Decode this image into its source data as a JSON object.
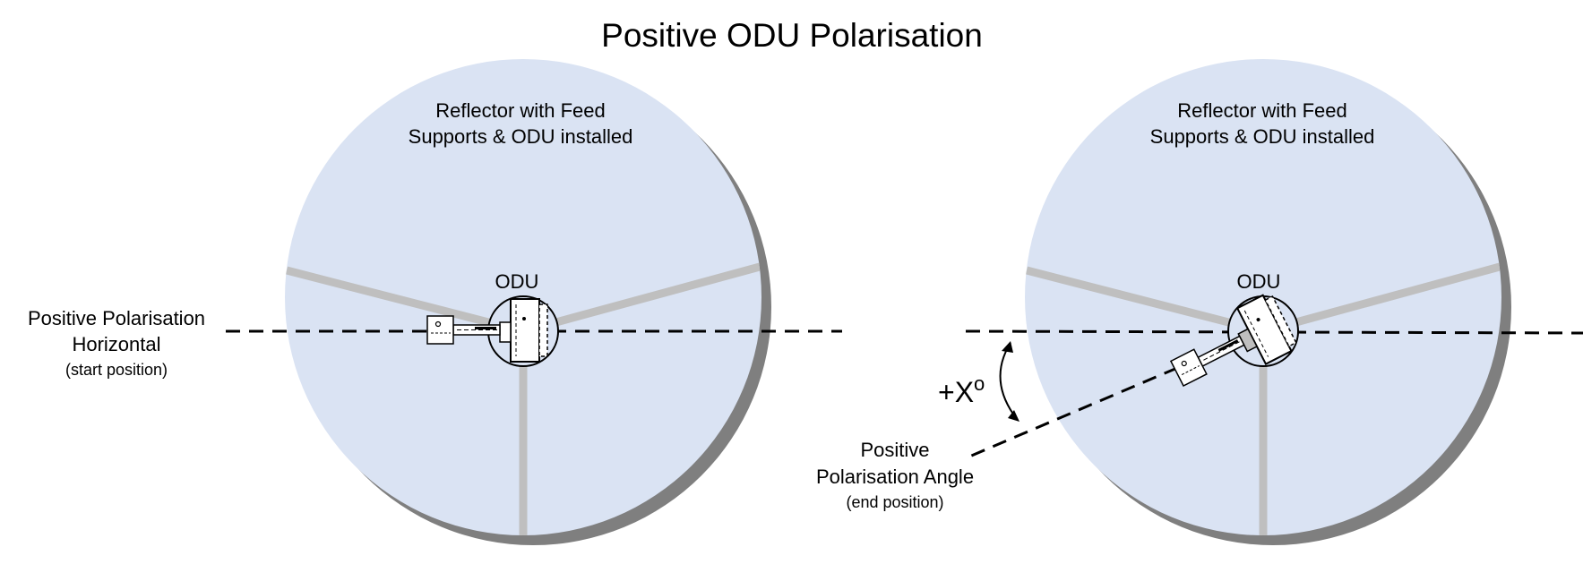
{
  "title": "Positive ODU Polarisation",
  "left_panel": {
    "reflector_line1": "Reflector with Feed",
    "reflector_line2": "Supports & ODU installed",
    "odu_label": "ODU",
    "side_line1": "Positive Polarisation",
    "side_line2": "Horizontal",
    "side_note": "(start position)"
  },
  "right_panel": {
    "reflector_line1": "Reflector with Feed",
    "reflector_line2": "Supports & ODU installed",
    "odu_label": "ODU",
    "angle_label": "+X",
    "angle_sup": "o",
    "side_line1": "Positive",
    "side_line2": "Polarisation Angle",
    "side_note": "(end position)"
  },
  "colors": {
    "reflector_fill": "#dae3f3",
    "reflector_shadow": "#7f7f7f",
    "feed_support": "#bfbfbf",
    "line": "#000000"
  },
  "rotation_angle_deg": 27
}
